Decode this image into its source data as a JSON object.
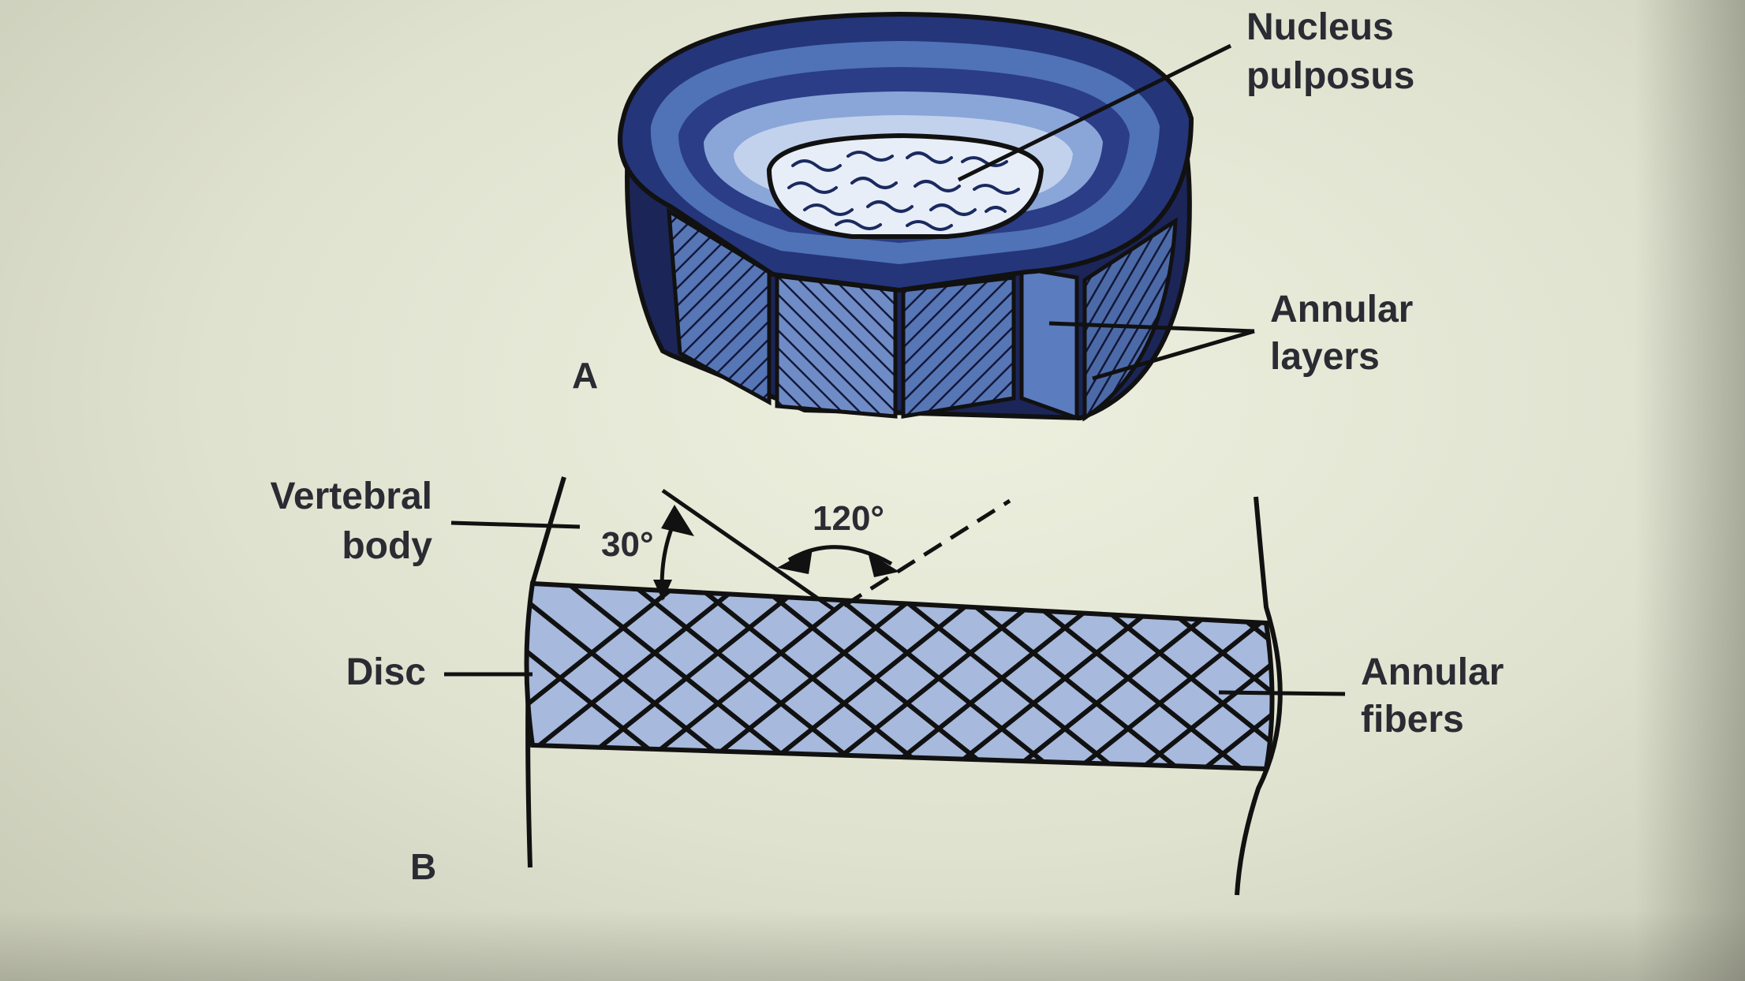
{
  "figure_a": {
    "panel_letter": "A",
    "nucleus_line1": "Nucleus",
    "nucleus_line2": "pulposus",
    "annular_layers_line1": "Annular",
    "annular_layers_line2": "layers"
  },
  "figure_b": {
    "panel_letter": "B",
    "vertebral_line1": "Vertebral",
    "vertebral_line2": "body",
    "disc": "Disc",
    "angle_30": "30°",
    "angle_120": "120°",
    "fibers_line1": "Annular",
    "fibers_line2": "fibers"
  },
  "colors": {
    "dark_blue": "#1e2e66",
    "mid_blue": "#4d6fb0",
    "light_blue": "#a9bde0",
    "pale_blue": "#c9d6ec",
    "ink": "#1a1a22"
  }
}
